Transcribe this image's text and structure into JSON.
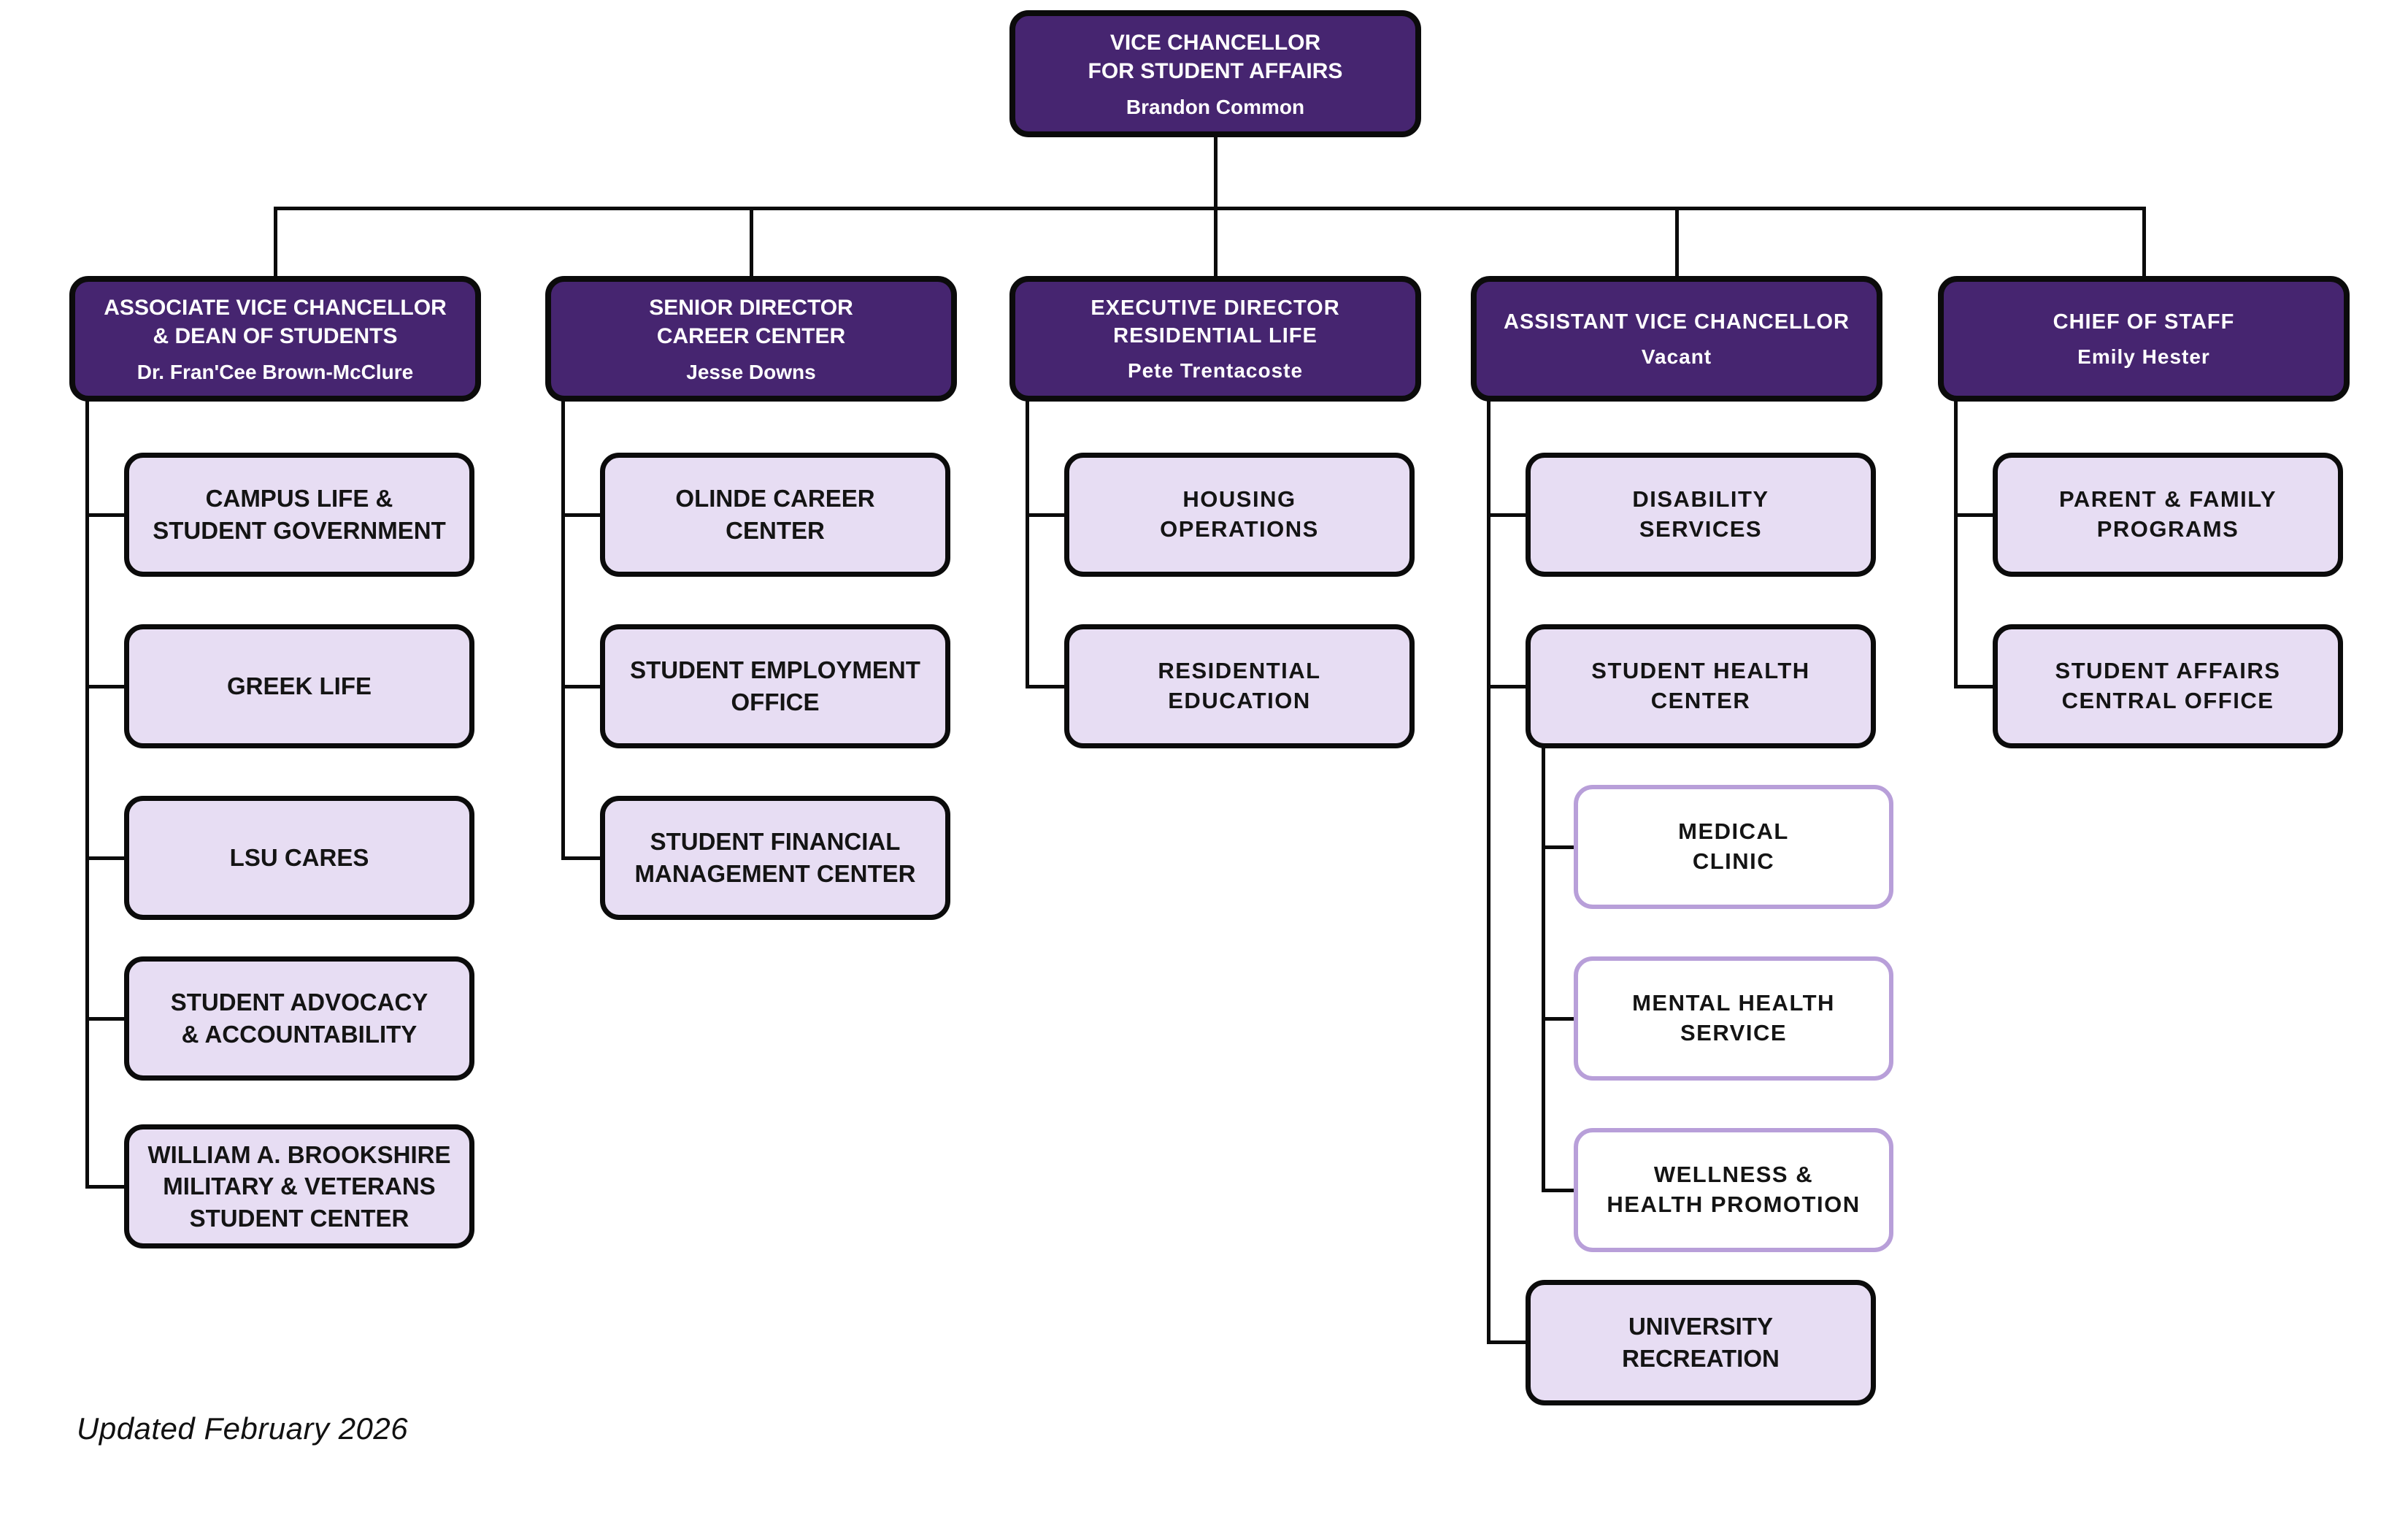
{
  "colors": {
    "purple": "#462570",
    "child_fill": "#E7DDF3",
    "sub_border": "#B89FD9",
    "line": "#0B0B0B"
  },
  "root": {
    "title": "VICE CHANCELLOR\nFOR STUDENT AFFAIRS",
    "name": "Brandon Common"
  },
  "branches": [
    {
      "title": "ASSOCIATE VICE CHANCELLOR\n& DEAN OF STUDENTS",
      "name": "Dr. Fran'Cee Brown-McClure",
      "children": [
        {
          "label": "CAMPUS LIFE &\nSTUDENT GOVERNMENT"
        },
        {
          "label": "GREEK LIFE"
        },
        {
          "label": "LSU CARES"
        },
        {
          "label": "STUDENT ADVOCACY\n& ACCOUNTABILITY"
        },
        {
          "label": "WILLIAM A. BROOKSHIRE\nMILITARY & VETERANS\nSTUDENT CENTER"
        }
      ]
    },
    {
      "title": "SENIOR DIRECTOR\nCAREER CENTER",
      "name": "Jesse Downs",
      "children": [
        {
          "label": "OLINDE CAREER\nCENTER"
        },
        {
          "label": "STUDENT EMPLOYMENT\nOFFICE"
        },
        {
          "label": "STUDENT FINANCIAL\nMANAGEMENT CENTER"
        }
      ]
    },
    {
      "title": "EXECUTIVE DIRECTOR\nRESIDENTIAL LIFE",
      "name": "Pete Trentacoste",
      "children": [
        {
          "label": "HOUSING\nOPERATIONS"
        },
        {
          "label": "RESIDENTIAL\nEDUCATION"
        }
      ]
    },
    {
      "title": "ASSISTANT VICE CHANCELLOR",
      "name": "Vacant",
      "children": [
        {
          "label": "DISABILITY\nSERVICES"
        },
        {
          "label": "STUDENT HEALTH\nCENTER",
          "children": [
            {
              "label": "MEDICAL\nCLINIC"
            },
            {
              "label": "MENTAL HEALTH\nSERVICE"
            },
            {
              "label": "WELLNESS &\nHEALTH PROMOTION"
            }
          ]
        },
        {
          "label": "UNIVERSITY\nRECREATION"
        }
      ]
    },
    {
      "title": "CHIEF OF STAFF",
      "name": "Emily Hester",
      "children": [
        {
          "label": "PARENT & FAMILY\nPROGRAMS"
        },
        {
          "label": "STUDENT AFFAIRS\nCENTRAL OFFICE"
        }
      ]
    }
  ],
  "note": {
    "text": "Updated February 2026"
  }
}
